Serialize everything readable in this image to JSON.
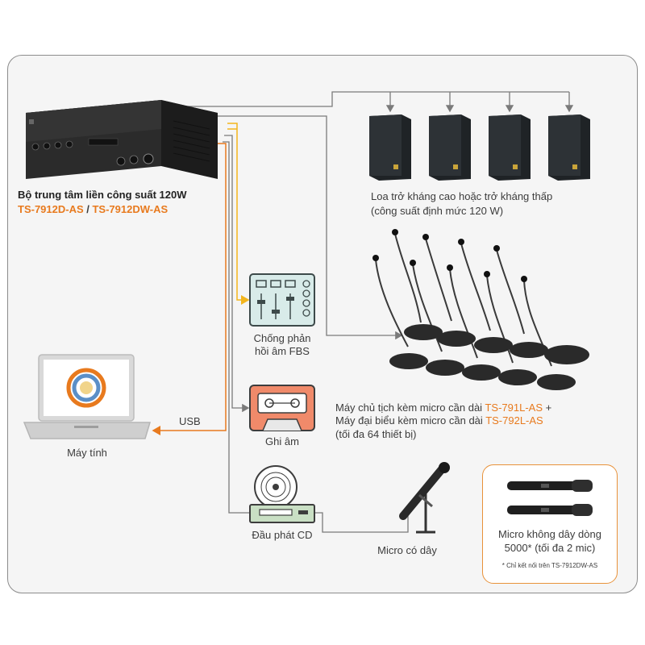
{
  "colors": {
    "accent_orange": "#e87a1e",
    "wire_gray": "#7a7a7a",
    "wire_yellow": "#f3b51d",
    "icon_teal": "#d8ebe9",
    "icon_red": "#f08a6a"
  },
  "amplifier": {
    "title": "Bộ trung tâm liền công suất 120W",
    "model_a": "TS-7912D-AS",
    "separator": " / ",
    "model_b": "TS-7912DW-AS"
  },
  "speakers": {
    "label_line1": "Loa trở kháng cao hoặc trở kháng thấp",
    "label_line2": "(công suất định mức 120 W)"
  },
  "fbs": {
    "icon": "mixer-icon",
    "label_line1": "Chống phản",
    "label_line2": "hồi âm FBS"
  },
  "recorder": {
    "icon": "cassette-icon",
    "label": "Ghi âm"
  },
  "cd_player": {
    "icon": "cd-disc-icon",
    "label": "Đầu phát CD"
  },
  "computer": {
    "icon": "laptop-icon",
    "label": "Máy tính",
    "usb_label": "USB"
  },
  "conference": {
    "line1_text": "Máy chủ tịch kèm micro cần dài ",
    "line1_model": "TS-791L-AS",
    "line1_suffix": " +",
    "line2_text": "Máy đại biểu kèm micro cần dài ",
    "line2_model": "TS-792L-AS",
    "line3": "(tối đa 64 thiết bị)"
  },
  "wired_mic": {
    "icon": "wired-mic-icon",
    "label": "Micro có dây"
  },
  "wireless_mic": {
    "icon": "handheld-mic-icon",
    "label_line1": "Micro không dây dòng",
    "label_line2": "5000* (tối đa 2 mic)",
    "footnote": "* Chỉ kết nối trên TS-7912DW-AS"
  }
}
